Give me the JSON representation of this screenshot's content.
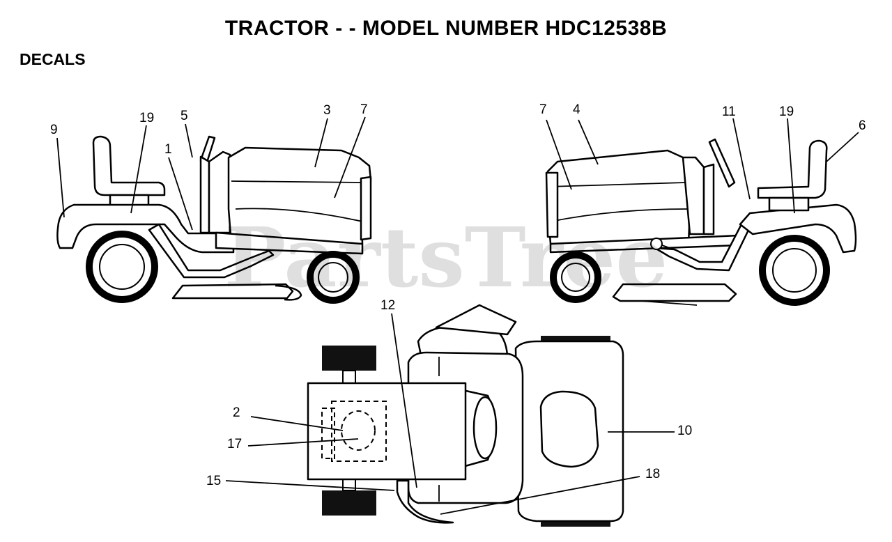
{
  "header": {
    "title": "TRACTOR - - MODEL NUMBER HDC12538B",
    "subtitle": "DECALS"
  },
  "watermark": "PartsTree",
  "callouts": {
    "left_view": [
      "9",
      "19",
      "5",
      "1",
      "3",
      "7"
    ],
    "right_view": [
      "7",
      "4",
      "11",
      "19",
      "6"
    ],
    "top_view": [
      "12",
      "2",
      "17",
      "10",
      "15",
      "18"
    ]
  }
}
